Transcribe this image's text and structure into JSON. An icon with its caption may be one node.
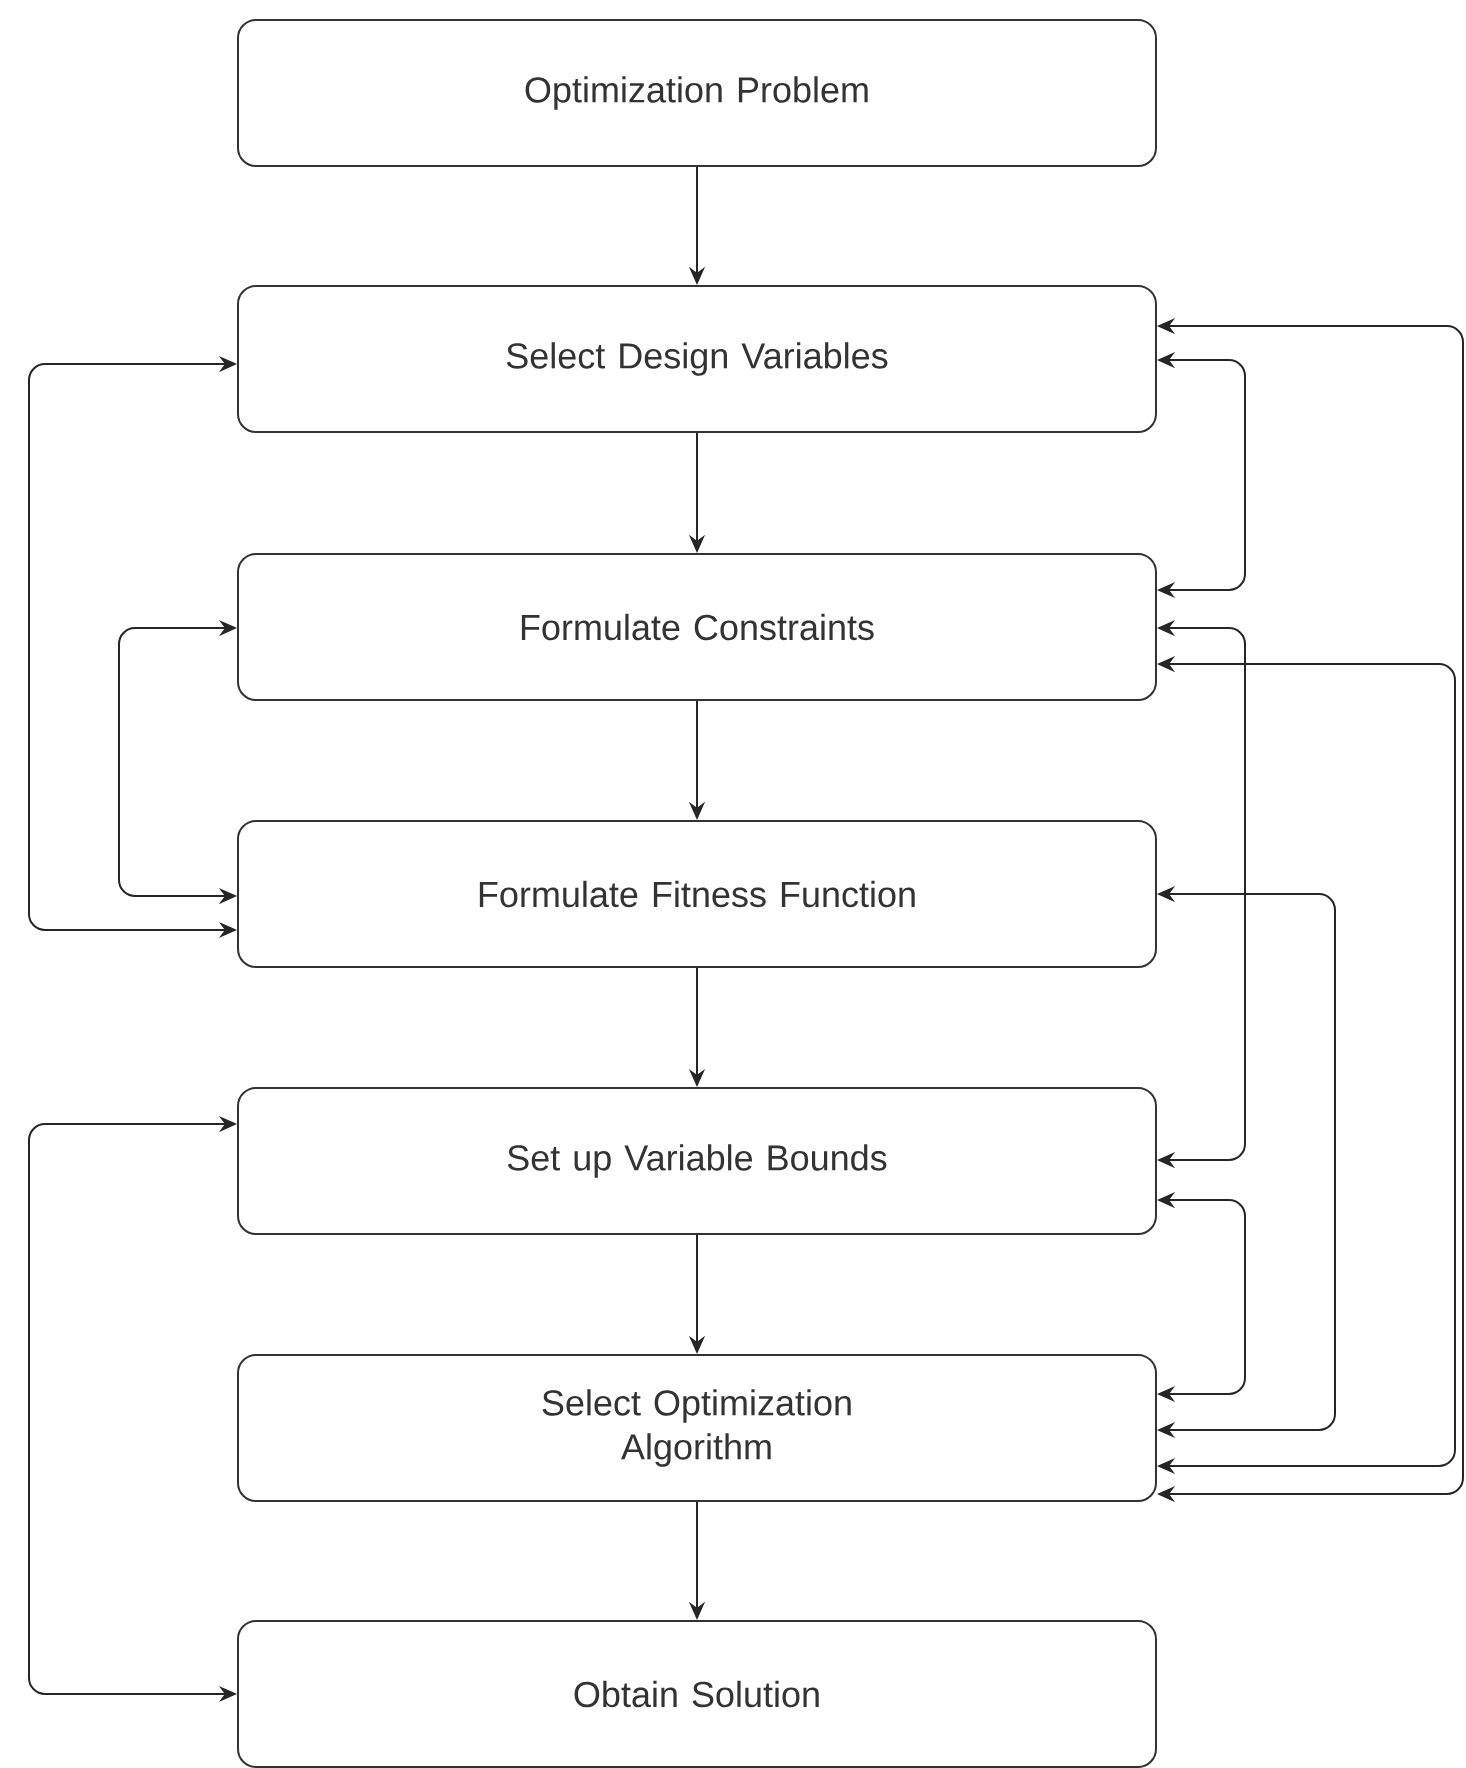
{
  "diagram": {
    "nodes": [
      {
        "text": [
          "Optimization Problem"
        ]
      },
      {
        "text": [
          "Select Design Variables"
        ]
      },
      {
        "text": [
          "Formulate Constraints"
        ]
      },
      {
        "text": [
          "Formulate Fitness Function"
        ]
      },
      {
        "text": [
          "Set up Variable Bounds"
        ]
      },
      {
        "text": [
          "Select Optimization Algorithm"
        ]
      },
      {
        "text": [
          "Obtain Solution"
        ]
      }
    ],
    "edges": [
      {
        "from": 0,
        "to": 1,
        "arrow": "to"
      },
      {
        "from": 1,
        "to": 2,
        "arrow": "to"
      },
      {
        "from": 2,
        "to": 3,
        "arrow": "to"
      },
      {
        "from": 3,
        "to": 4,
        "arrow": "to"
      },
      {
        "from": 4,
        "to": 5,
        "arrow": "to"
      },
      {
        "from": 5,
        "to": 6,
        "arrow": "to"
      },
      {
        "from": 1,
        "to": 3,
        "arrow": "both"
      },
      {
        "from": 2,
        "to": 3,
        "arrow": "both"
      },
      {
        "from": 4,
        "to": 6,
        "arrow": "both"
      },
      {
        "from": 1,
        "to": 5,
        "arrow": "both"
      },
      {
        "from": 1,
        "to": 2,
        "arrow": "both"
      },
      {
        "from": 2,
        "to": 4,
        "arrow": "both"
      },
      {
        "from": 2,
        "to": 5,
        "arrow": "both"
      },
      {
        "from": 3,
        "to": 5,
        "arrow": "both"
      },
      {
        "from": 4,
        "to": 5,
        "arrow": "both"
      }
    ]
  }
}
